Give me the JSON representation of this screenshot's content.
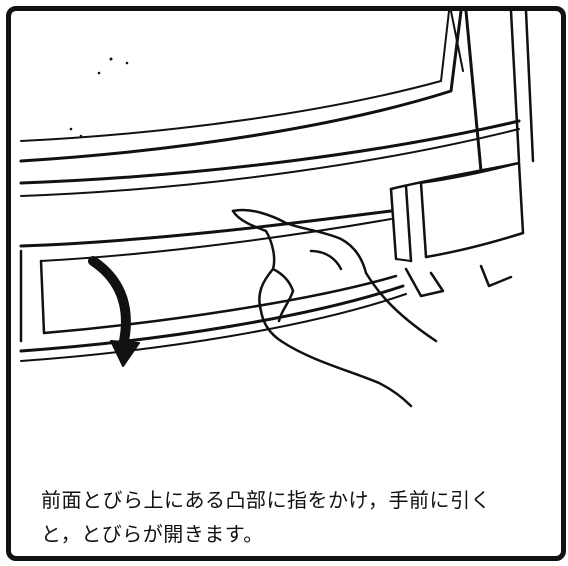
{
  "instruction": {
    "line1": "前面とびら上にある凸部に指をかけ，手前に引く",
    "line2": "と，とびらが開きます。"
  },
  "illustration": {
    "subject": "monitor-front-door-opening",
    "icons": [
      "arrow-down-icon",
      "hand-icon"
    ],
    "stroke_color": "#111111"
  }
}
